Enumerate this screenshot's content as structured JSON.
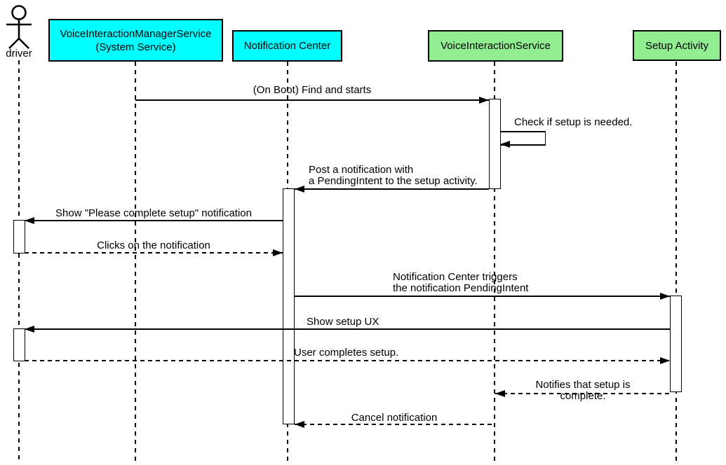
{
  "diagram": {
    "type": "sequence-diagram",
    "background": "#ffffff",
    "line_color": "#000000"
  },
  "actor": {
    "label": "driver"
  },
  "participants": [
    {
      "id": "voice-interaction-manager-service",
      "label": "VoiceInteractionManagerService\n(System Service)",
      "fill": "#00ffff"
    },
    {
      "id": "notification-center",
      "label": "Notification Center",
      "fill": "#00ffff"
    },
    {
      "id": "voice-interaction-service",
      "label": "VoiceInteractionService",
      "fill": "#90ee90"
    },
    {
      "id": "setup-activity",
      "label": "Setup Activity",
      "fill": "#90ee90"
    }
  ],
  "messages": [
    {
      "text": "(On Boot) Find and starts",
      "from": "VoiceInteractionManagerService (System Service)",
      "to": "VoiceInteractionService",
      "line": "solid",
      "direction": "right"
    },
    {
      "text": "Check if setup is needed.",
      "from": "VoiceInteractionService",
      "to": "VoiceInteractionService",
      "line": "solid",
      "direction": "self"
    },
    {
      "text": "Post a notification with\na PendingIntent to the setup activity.",
      "from": "VoiceInteractionService",
      "to": "Notification Center",
      "line": "solid",
      "direction": "left"
    },
    {
      "text": "Show \"Please complete setup\" notification",
      "from": "Notification Center",
      "to": "driver",
      "line": "solid",
      "direction": "left"
    },
    {
      "text": "Clicks on the notification",
      "from": "driver",
      "to": "Notification Center",
      "line": "dashed",
      "direction": "right"
    },
    {
      "text": "Notification Center triggers\nthe notification PendingIntent",
      "from": "Notification Center",
      "to": "Setup Activity",
      "line": "solid",
      "direction": "right"
    },
    {
      "text": "Show setup UX",
      "from": "Setup Activity",
      "to": "driver",
      "line": "solid",
      "direction": "left"
    },
    {
      "text": "User completes setup.",
      "from": "driver",
      "to": "Setup Activity",
      "line": "dashed",
      "direction": "right"
    },
    {
      "text": "Notifies that setup is complete.",
      "from": "Setup Activity",
      "to": "VoiceInteractionService",
      "line": "dashed",
      "direction": "left"
    },
    {
      "text": "Cancel notification",
      "from": "VoiceInteractionService",
      "to": "Notification Center",
      "line": "dashed",
      "direction": "left"
    }
  ]
}
